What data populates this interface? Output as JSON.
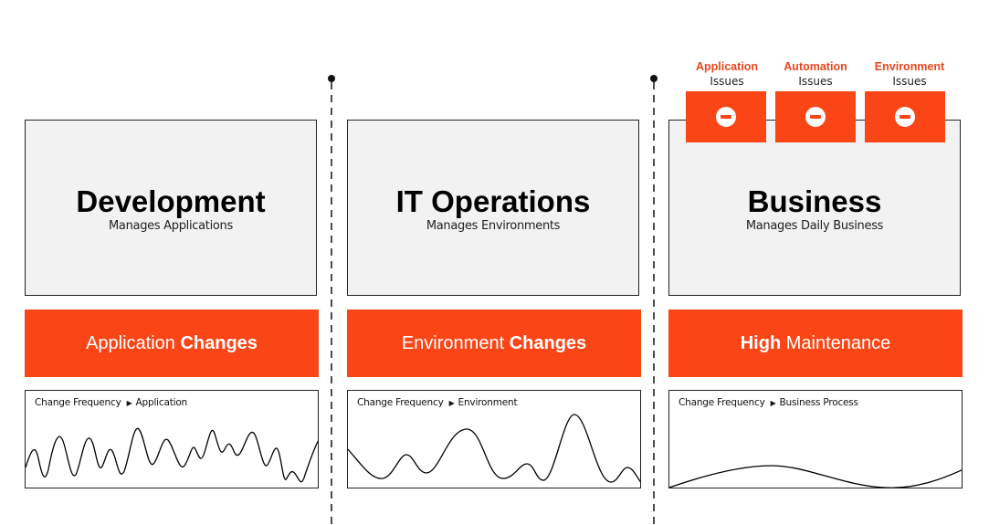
{
  "colors": {
    "accent": "#fa4616",
    "card_bg": "#f2f2f2",
    "issue_text": "#e8461c"
  },
  "columns": [
    {
      "title": "Development",
      "subtitle": "Manages Applications",
      "banner_regular": "Application",
      "banner_bold": "Changes",
      "wave_label_left": "Change Frequency",
      "wave_label_right": "Application"
    },
    {
      "title": "IT Operations",
      "subtitle": "Manages Environments",
      "banner_regular": "Environment",
      "banner_bold": "Changes",
      "wave_label_left": "Change Frequency",
      "wave_label_right": "Environment"
    },
    {
      "title": "Business",
      "subtitle": "Manages Daily Business",
      "banner_bold": "High",
      "banner_regular": "Maintenance",
      "wave_label_left": "Change Frequency",
      "wave_label_right": "Business Process"
    }
  ],
  "issues": [
    {
      "label": "Application",
      "sub": "Issues",
      "icon": "minus-circle-icon"
    },
    {
      "label": "Automation",
      "sub": "Issues",
      "icon": "minus-circle-icon"
    },
    {
      "label": "Environment",
      "sub": "Issues",
      "icon": "minus-circle-icon"
    }
  ]
}
